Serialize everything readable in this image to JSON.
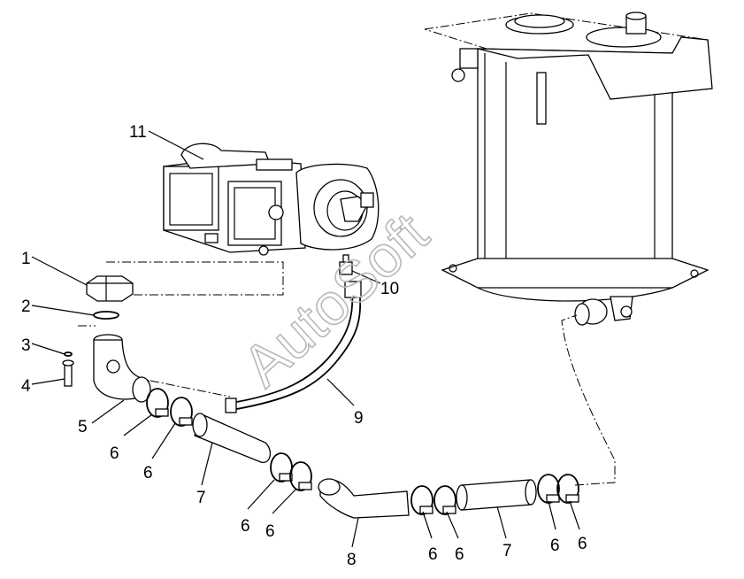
{
  "watermark": "AutoSoft",
  "labels": {
    "l1": "1",
    "l2": "2",
    "l3": "3",
    "l4": "4",
    "l5": "5",
    "l6a": "6",
    "l6b": "6",
    "l6c": "6",
    "l6d": "6",
    "l6e": "6",
    "l6f": "6",
    "l6g": "6",
    "l6h": "6",
    "l7a": "7",
    "l7b": "7",
    "l8": "8",
    "l9": "9",
    "l10": "10",
    "l11": "11"
  }
}
